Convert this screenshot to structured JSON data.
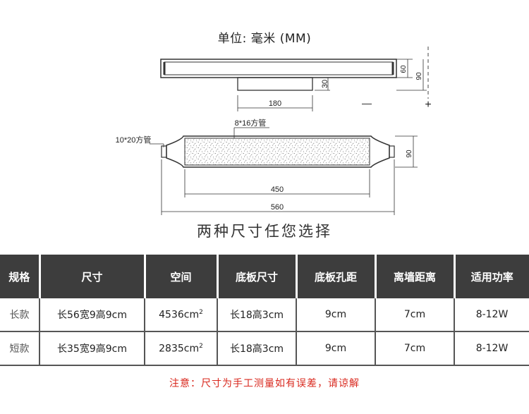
{
  "header": {
    "unit_title": "单位: 毫米 (MM)"
  },
  "drawing": {
    "side_view": {
      "dim_mount_width": "180",
      "dim_mount_height": "30",
      "dim_body_height": "60",
      "dim_total_height": "90"
    },
    "top_view": {
      "label_inner_tube": "8*16方管",
      "label_outer_tube": "10*20方管",
      "dim_inner_length": "450",
      "dim_total_length": "560",
      "dim_width": "90"
    },
    "marks": {
      "minus": "—",
      "plus": "+"
    }
  },
  "subtitle": "两种尺寸任您选择",
  "table": {
    "headers": [
      "规格",
      "尺寸",
      "空间",
      "底板尺寸",
      "底板孔距",
      "离墙距离",
      "适用功率"
    ],
    "rows": [
      {
        "name": "长款",
        "size": "长56宽9高9cm",
        "space": "4536cm",
        "space_sup": "2",
        "plate": "长18高3cm",
        "hole": "9cm",
        "wall": "7cm",
        "power": "8-12W"
      },
      {
        "name": "短款",
        "size": "长35宽9高9cm",
        "space": "2835cm",
        "space_sup": "2",
        "plate": "长18高3cm",
        "hole": "9cm",
        "wall": "7cm",
        "power": "8-12W"
      }
    ]
  },
  "note": "注意：尺寸为手工测量如有误差，请谅解"
}
